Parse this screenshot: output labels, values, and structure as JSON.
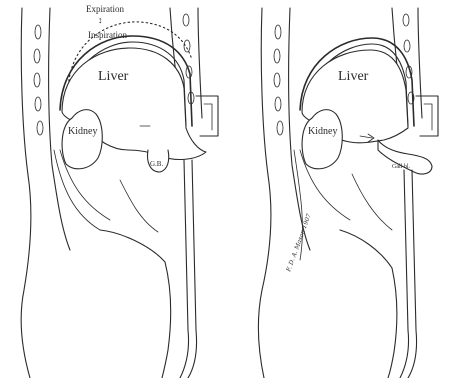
{
  "panels": [
    {
      "liver_label": "Liver",
      "kidney_label": "Kidney",
      "expiration_label": "Expiration",
      "inspiration_label": "Inspiration",
      "gall_label": "G.B."
    },
    {
      "liver_label": "Liver",
      "kidney_label": "Kidney",
      "gall_label": "Gall bl.",
      "signature": "F. D. A. Mason 1907"
    }
  ]
}
